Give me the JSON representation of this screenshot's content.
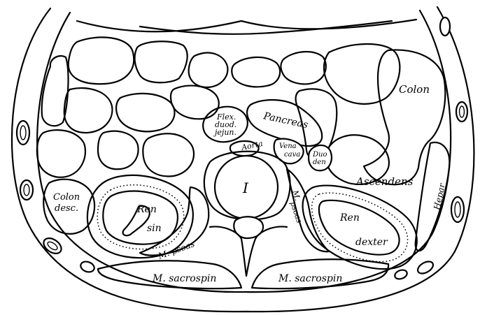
{
  "figure": {
    "labels": {
      "colon_right": "Colon",
      "flex_line1": "Flex.",
      "flex_line2": "duod.",
      "flex_line3": "jejun.",
      "pancreas": "Pancreas",
      "aorta": "Aorta",
      "vena_line1": "Vena",
      "vena_line2": "cava",
      "duoden_line1": "Duo",
      "duoden_line2": "den",
      "ascendens": "Ascendens",
      "hepar": "Hepar",
      "colon_desc_line1": "Colon",
      "colon_desc_line2": "desc.",
      "ren_sin_line1": "Ren",
      "ren_sin_line2": "sin",
      "vertebra": "I",
      "psoas_right_line1": "M.",
      "psoas_right_line2": "psoas",
      "ren_dexter_line1": "Ren",
      "ren_dexter_line2": "dexter",
      "psoas_left": "M. psoas",
      "sacrospin_left": "M. sacrospin",
      "sacrospin_right": "M. sacrospin"
    }
  }
}
